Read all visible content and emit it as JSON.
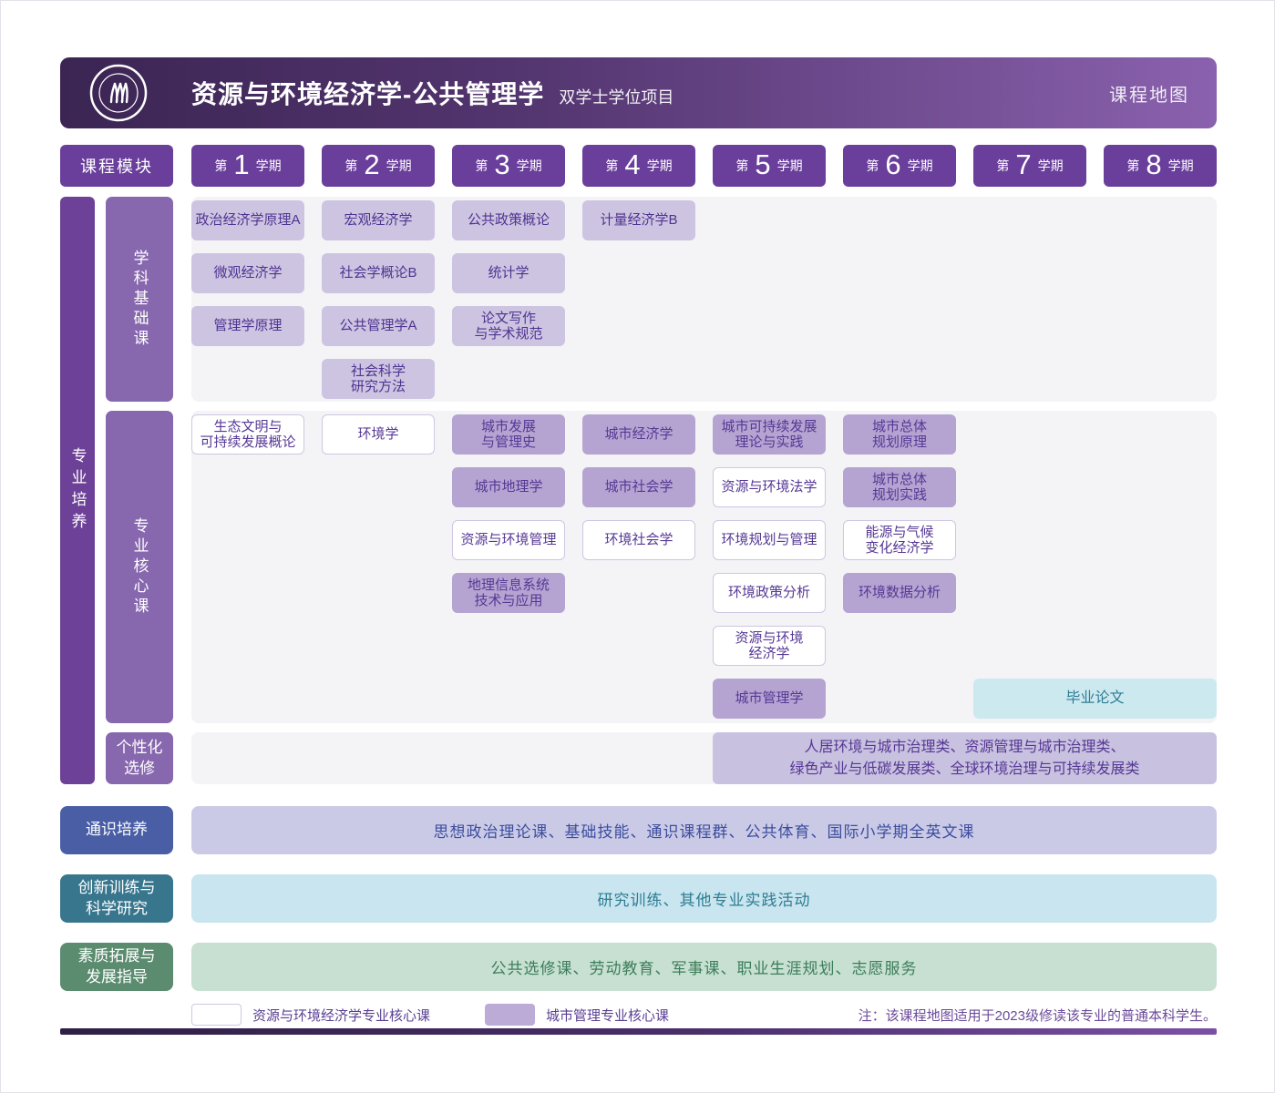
{
  "header": {
    "title": "资源与环境经济学-公共管理学",
    "subtitle": "双学士学位项目",
    "corner_label": "课程地图",
    "logo": "renmin-university-seal"
  },
  "columns": {
    "module_label": "课程模块",
    "semesters": [
      {
        "prefix": "第",
        "num": "1",
        "suffix": "学期"
      },
      {
        "prefix": "第",
        "num": "2",
        "suffix": "学期"
      },
      {
        "prefix": "第",
        "num": "3",
        "suffix": "学期"
      },
      {
        "prefix": "第",
        "num": "4",
        "suffix": "学期"
      },
      {
        "prefix": "第",
        "num": "5",
        "suffix": "学期"
      },
      {
        "prefix": "第",
        "num": "6",
        "suffix": "学期"
      },
      {
        "prefix": "第",
        "num": "7",
        "suffix": "学期"
      },
      {
        "prefix": "第",
        "num": "8",
        "suffix": "学期"
      }
    ]
  },
  "left_rail": {
    "label": "专业培养"
  },
  "sections": [
    {
      "id": "foundation",
      "rail_label": "学科基础课",
      "courses": [
        {
          "col": 1,
          "row": 1,
          "type": "base",
          "text": "政治经济学原理A"
        },
        {
          "col": 2,
          "row": 1,
          "type": "base",
          "text": "宏观经济学"
        },
        {
          "col": 3,
          "row": 1,
          "type": "base",
          "text": "公共政策概论"
        },
        {
          "col": 4,
          "row": 1,
          "type": "base",
          "text": "计量经济学B"
        },
        {
          "col": 1,
          "row": 2,
          "type": "base",
          "text": "微观经济学"
        },
        {
          "col": 2,
          "row": 2,
          "type": "base",
          "text": "社会学概论B"
        },
        {
          "col": 3,
          "row": 2,
          "type": "base",
          "text": "统计学"
        },
        {
          "col": 1,
          "row": 3,
          "type": "base",
          "text": "管理学原理"
        },
        {
          "col": 2,
          "row": 3,
          "type": "base",
          "text": "公共管理学A"
        },
        {
          "col": 3,
          "row": 3,
          "type": "base",
          "text": "论文写作\n与学术规范"
        },
        {
          "col": 2,
          "row": 4,
          "type": "base",
          "text": "社会科学\n研究方法"
        }
      ]
    },
    {
      "id": "core",
      "rail_label": "专业核心课",
      "courses": [
        {
          "col": 1,
          "row": 1,
          "type": "ree",
          "text": "生态文明与\n可持续发展概论"
        },
        {
          "col": 2,
          "row": 1,
          "type": "ree",
          "text": "环境学"
        },
        {
          "col": 3,
          "row": 1,
          "type": "um",
          "text": "城市发展\n与管理史"
        },
        {
          "col": 4,
          "row": 1,
          "type": "um",
          "text": "城市经济学"
        },
        {
          "col": 5,
          "row": 1,
          "type": "um",
          "text": "城市可持续发展\n理论与实践"
        },
        {
          "col": 6,
          "row": 1,
          "type": "um",
          "text": "城市总体\n规划原理"
        },
        {
          "col": 3,
          "row": 2,
          "type": "um",
          "text": "城市地理学"
        },
        {
          "col": 4,
          "row": 2,
          "type": "um",
          "text": "城市社会学"
        },
        {
          "col": 5,
          "row": 2,
          "type": "ree",
          "text": "资源与环境法学"
        },
        {
          "col": 6,
          "row": 2,
          "type": "um",
          "text": "城市总体\n规划实践"
        },
        {
          "col": 3,
          "row": 3,
          "type": "ree",
          "text": "资源与环境管理"
        },
        {
          "col": 4,
          "row": 3,
          "type": "ree",
          "text": "环境社会学"
        },
        {
          "col": 5,
          "row": 3,
          "type": "ree",
          "text": "环境规划与管理"
        },
        {
          "col": 6,
          "row": 3,
          "type": "ree",
          "text": "能源与气候\n变化经济学"
        },
        {
          "col": 3,
          "row": 4,
          "type": "um",
          "text": "地理信息系统\n技术与应用"
        },
        {
          "col": 5,
          "row": 4,
          "type": "ree",
          "text": "环境政策分析"
        },
        {
          "col": 6,
          "row": 4,
          "type": "um",
          "text": "环境数据分析"
        },
        {
          "col": 5,
          "row": 5,
          "type": "ree",
          "text": "资源与环境\n经济学"
        },
        {
          "col": 5,
          "row": 6,
          "type": "um",
          "text": "城市管理学"
        },
        {
          "col": 7,
          "row": 6,
          "span": 2,
          "type": "thesis",
          "text": "毕业论文"
        }
      ]
    },
    {
      "id": "electives",
      "rail_label": "个性化\n选修",
      "courses": [
        {
          "col": 5,
          "row": 1,
          "span": 4,
          "type": "elect",
          "text": "人居环境与城市治理类、资源管理与城市治理类、\n绿色产业与低碳发展类、全球环境治理与可持续发展类"
        }
      ]
    }
  ],
  "bottom_rows": [
    {
      "label": "通识培养",
      "text": "思想政治理论课、基础技能、通识课程群、公共体育、国际小学期全英文课"
    },
    {
      "label": "创新训练与\n科学研究",
      "text": "研究训练、其他专业实践活动"
    },
    {
      "label": "素质拓展与\n发展指导",
      "text": "公共选修课、劳动教育、军事课、职业生涯规划、志愿服务"
    }
  ],
  "legend": [
    {
      "type": "ree",
      "label": "资源与环境经济学专业核心课"
    },
    {
      "type": "um",
      "label": "城市管理专业核心课"
    }
  ],
  "note": "注：该课程地图适用于2023级修读该专业的普通本科学生。",
  "colors": {
    "header_gradient_start": "#3b2553",
    "header_gradient_end": "#8a61ae",
    "semester_box": "#6a3e9b",
    "outer_rail": "#6d4197",
    "inner_rail": "#8767ae",
    "section_bg": "#f4f3f6",
    "foundation_box": "#cdc4e1",
    "urban_mgmt_box": "#b5a4d1",
    "ree_box_border": "#cfc6e3",
    "thesis_box": "#cde9f0",
    "electives_band": "#c8c1df",
    "general_header": "#4a5ea6",
    "general_band": "#cacae6",
    "innovation_header": "#38768e",
    "innovation_band": "#c9e5ef",
    "quality_header": "#5b8c70",
    "quality_band": "#c7e0d1",
    "note_text": "#6b4a99"
  }
}
